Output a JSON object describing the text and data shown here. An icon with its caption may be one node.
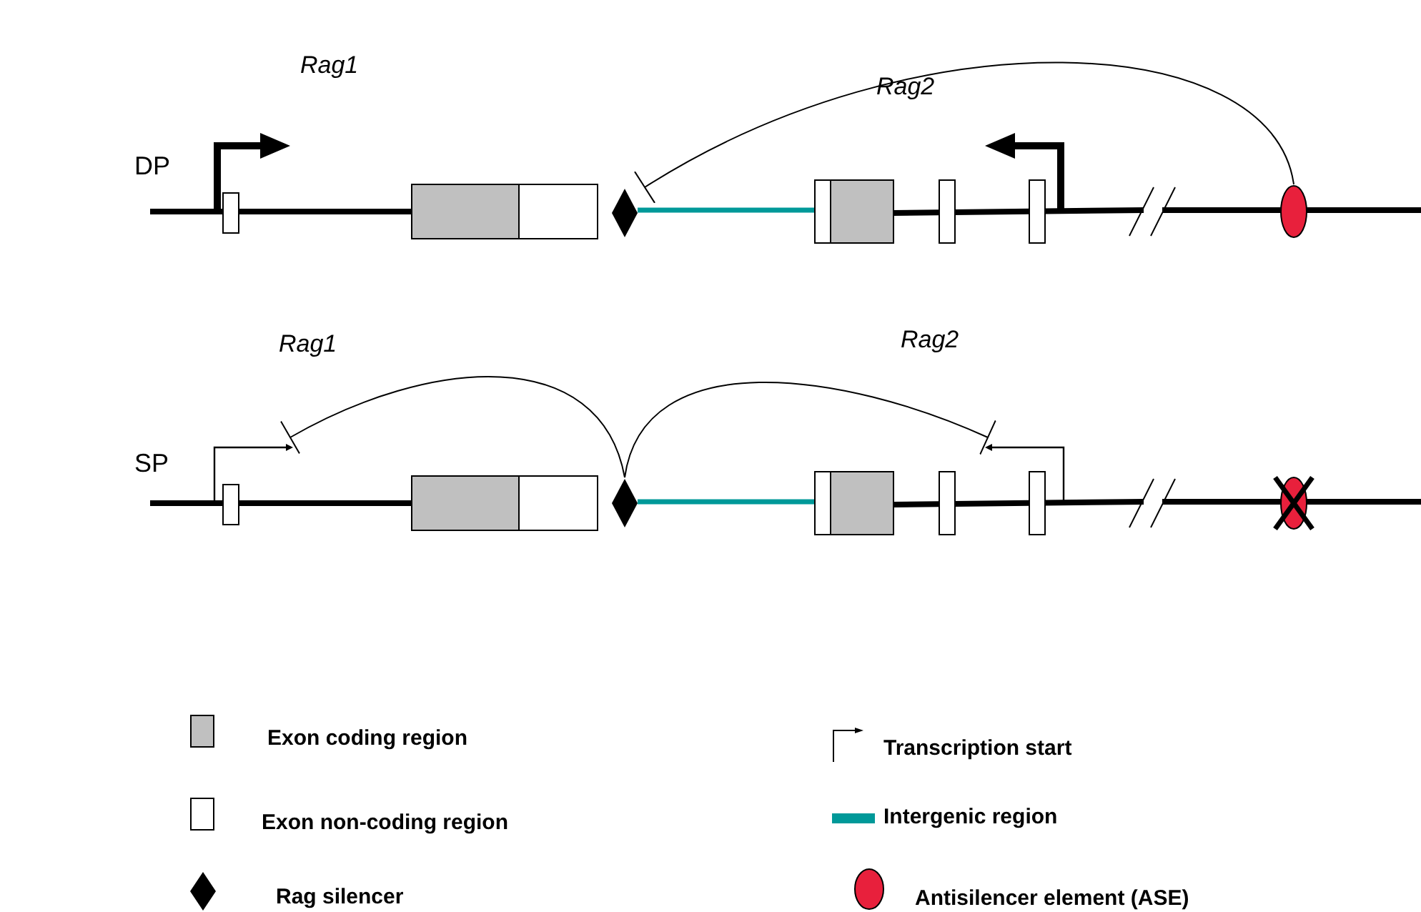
{
  "diagram": {
    "nodes": [
      {
        "text": [],
        "shape": "diamond"
      },
      {
        "text": [],
        "shape": "ellipse"
      },
      {
        "text": [],
        "shape": "arrow"
      },
      {
        "text": [],
        "shape": "diamond"
      },
      {
        "text": [],
        "shape": "arrow"
      }
    ],
    "edges": [
      {
        "from": 1,
        "to": 0,
        "arrow": "other"
      },
      {
        "from": 3,
        "to": 2,
        "arrow": "other"
      },
      {
        "from": 3,
        "to": 4,
        "arrow": "other"
      }
    ],
    "labels": [
      "Rag1",
      "Rag2",
      "DP",
      "Rag1",
      "Rag2",
      "SP"
    ],
    "legend": [
      {
        "text": "Exon coding region",
        "color": "#c0c0c0"
      },
      {
        "text": "Exon non-coding region",
        "color": "#ffffff"
      },
      {
        "text": "Rag silencer"
      },
      {
        "text": "Transcription start"
      },
      {
        "text": "Intergenic region"
      },
      {
        "text": "Antisilencer element (ASE)"
      }
    ]
  }
}
